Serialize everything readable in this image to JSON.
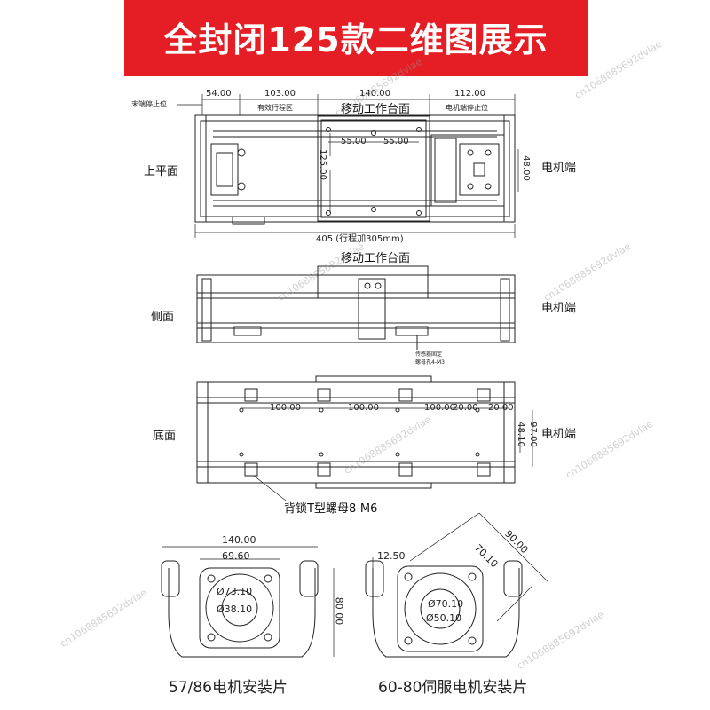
{
  "banner": {
    "title": "全封闭125款二维图展示",
    "color": "#e41e24"
  },
  "top_view": {
    "view_label": "上平面",
    "end_stop_label": "末端停止位",
    "effective_travel_label": "有效行程区",
    "motor_end_stop_label": "电机端停止位",
    "table_label": "移动工作台面",
    "motor_end_label": "电机端",
    "dim_54": "54.00",
    "dim_103": "103.00",
    "dim_140": "140.00",
    "dim_112": "112.00",
    "dim_55a": "55.00",
    "dim_55b": "55.00",
    "dim_125": "125.00",
    "dim_48": "48.00",
    "dim_405": "405 (行程加305mm)"
  },
  "side_view": {
    "view_label": "侧面",
    "table_label": "移动工作台面",
    "motor_end_label": "电机端",
    "sensor_note_1": "传感器固定",
    "sensor_note_2": "螺母孔4-M3"
  },
  "bottom_view": {
    "view_label": "底面",
    "motor_end_label": "电机端",
    "dim_100a": "100.00",
    "dim_100b": "100.00",
    "dim_100c": "100.00",
    "dim_20a": "20.00",
    "dim_20b": "20.00",
    "dim_48": "48.10",
    "dim_97": "97.00",
    "nut_label": "背锁T型螺母8-M6"
  },
  "plate_57": {
    "caption": "57/86电机安装片",
    "dim_140": "140.00",
    "dim_69": "69.60",
    "dim_73": "Ø73.10",
    "dim_38": "Ø38.10",
    "dim_80": "80.00"
  },
  "plate_60": {
    "caption": "60-80伺服电机安装片",
    "dim_12": "12.50",
    "dim_90": "90.00",
    "dim_70": "70.10",
    "dim_70b": "Ø70.10",
    "dim_50": "Ø50.10"
  },
  "watermark": "cn1068885692dvlae"
}
